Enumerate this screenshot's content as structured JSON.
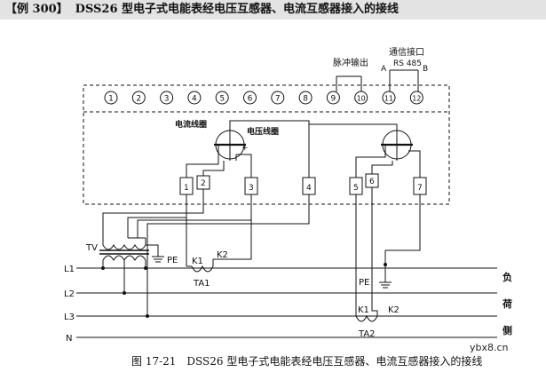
{
  "header": {
    "tag": "【例 300】",
    "title": "DSS26 型电子式电能表经电压互感器、电流互感器接入的接线"
  },
  "terminals": [
    "1",
    "2",
    "3",
    "4",
    "5",
    "6",
    "7",
    "8",
    "9",
    "10",
    "11",
    "12"
  ],
  "labels": {
    "pulse_output": "脉冲输出",
    "comm_port": "通信接口",
    "comm_a": "A",
    "comm_b": "B",
    "comm_std": "RS 485",
    "current_coil": "电流线圈",
    "voltage_coil": "电压线圈",
    "plus": "+",
    "minus": "−",
    "tv": "TV",
    "pe_tv": "PE",
    "pe_load": "PE",
    "k1_a": "K1",
    "k2_a": "K2",
    "ta1": "TA1",
    "k1_b": "K1",
    "k2_b": "K2",
    "ta2": "TA2",
    "meter_terms": [
      "1",
      "2",
      "3",
      "4",
      "5",
      "6",
      "7"
    ],
    "line_l1": "L1",
    "line_l2": "L2",
    "line_l3": "L3",
    "line_n": "N",
    "load_1": "负",
    "load_2": "荷",
    "load_3": "侧"
  },
  "caption": {
    "figure": "图 17-21",
    "text": "DSS26 型电子式电能表经电压互感器、电流互感器接入的接线"
  },
  "watermark": "ybx8.cn"
}
